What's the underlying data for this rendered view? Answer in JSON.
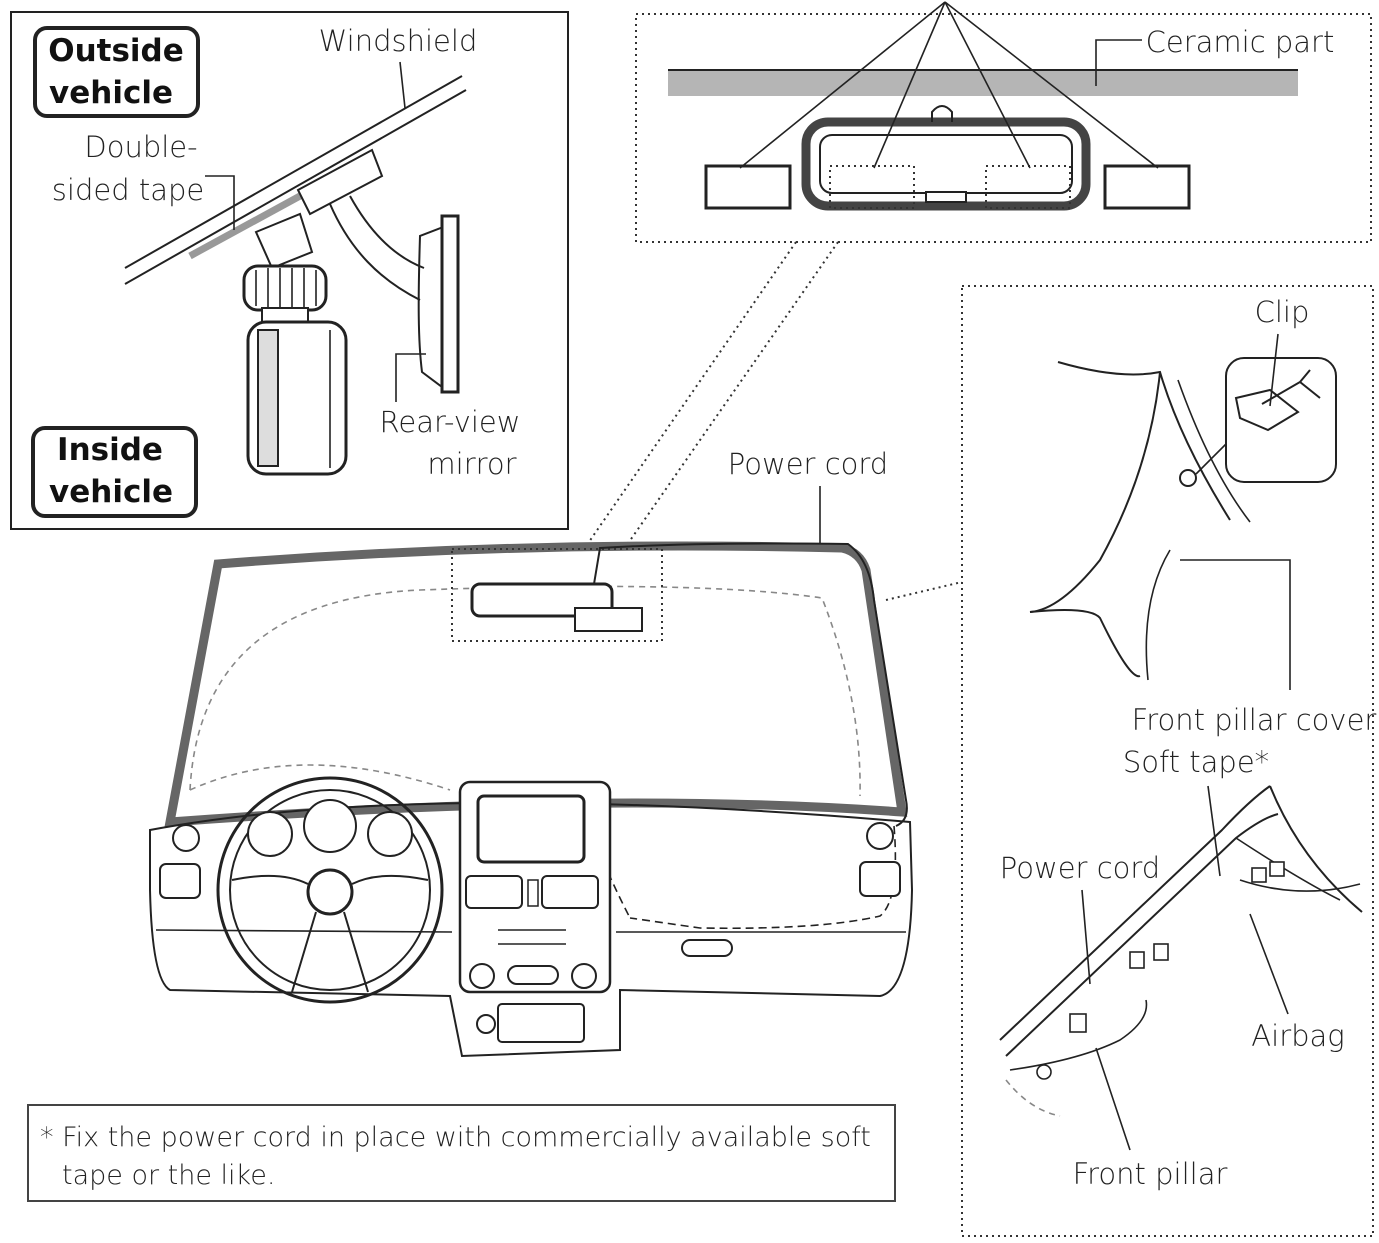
{
  "outside_box": {
    "badge_outside": [
      "Outside",
      "vehicle"
    ],
    "badge_inside": [
      "Inside",
      "vehicle"
    ],
    "windshield_label": "Windshield",
    "tape_label": [
      "Double-",
      "sided tape"
    ],
    "mirror_label": [
      "Rear-view",
      "mirror"
    ]
  },
  "mirror_detail": {
    "ceramic_label": "Ceramic part"
  },
  "main_view": {
    "power_cord_label": "Power cord"
  },
  "pillar_detail": {
    "clip_label": "Clip",
    "pillar_cover_label": "Front pillar cover",
    "soft_tape_label": "Soft tape*",
    "power_cord_label": "Power cord",
    "airbag_label": "Airbag",
    "front_pillar_label": "Front pillar"
  },
  "footnote": {
    "lines": [
      "* Fix the power cord in place with commercially available soft",
      "tape or the like."
    ]
  },
  "colors": {
    "ink": "#222222",
    "gray_band": "#b5b5b5"
  }
}
